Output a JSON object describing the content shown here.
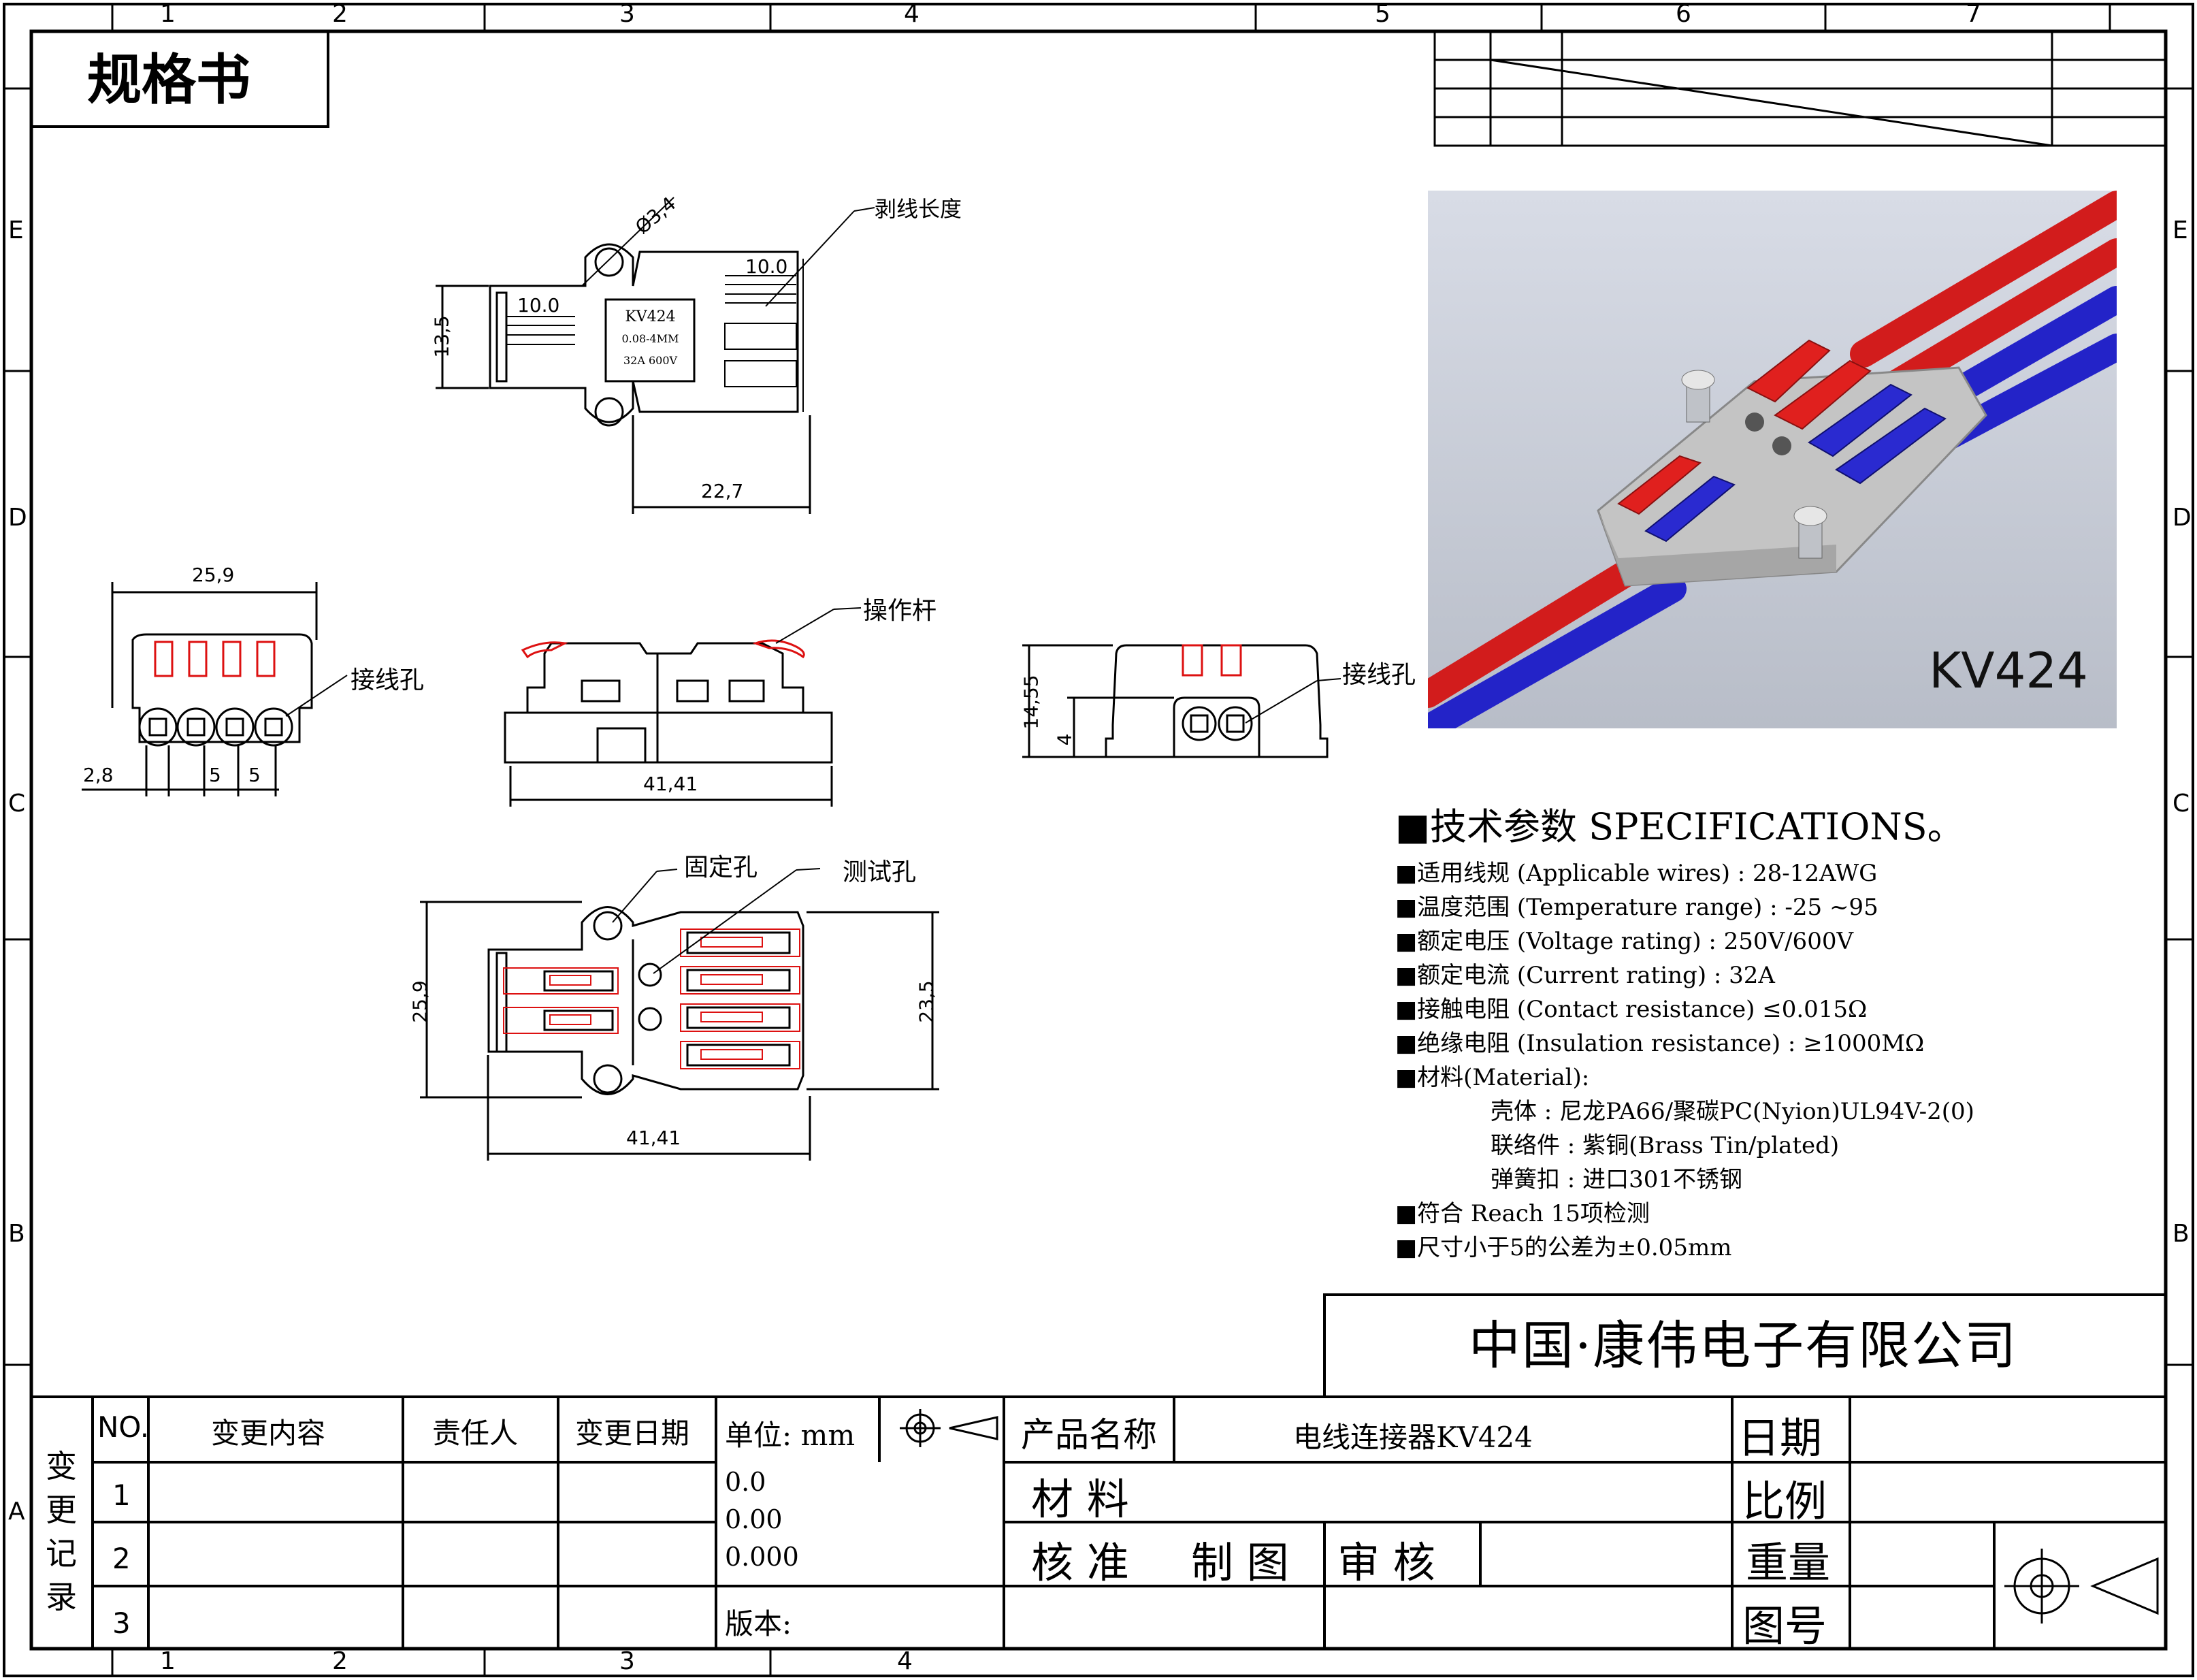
{
  "sheet": {
    "title": "规格书",
    "zones_top": [
      "1",
      "2",
      "3",
      "4",
      "5",
      "6",
      "7"
    ],
    "zones_bottom": [
      "1",
      "2",
      "3",
      "4"
    ],
    "zones_side": [
      "E",
      "D",
      "C",
      "B",
      "A"
    ]
  },
  "drawing": {
    "top_view": {
      "hole_dia": "Ø3,4",
      "strip_length_label": "剥线长度",
      "strip_left": "10.0",
      "strip_right": "10.0",
      "height": "13,5",
      "width": "22,7",
      "marking": [
        "KV424",
        "0.08-4MM",
        "32A 600V"
      ]
    },
    "end_view": {
      "width": "25,9",
      "wire_hole_label": "接线孔",
      "pitch_first": "2,8",
      "pitch_a": "5",
      "pitch_b": "5"
    },
    "side_view": {
      "lever_label": "操作杆",
      "length": "41,41"
    },
    "end_view_right": {
      "height": "14,55",
      "hole_offset": "4",
      "wire_hole_label": "接线孔"
    },
    "bottom_view": {
      "fixing_hole_label": "固定孔",
      "test_hole_label": "测试孔",
      "height_left": "25,9",
      "height_right": "23,5",
      "length": "41,41"
    }
  },
  "photo": {
    "caption": "KV424",
    "colors": {
      "red": "#e0201e",
      "blue": "#2a2ad0",
      "body": "#c9c9c9",
      "bg": "#c8cdd8"
    }
  },
  "specs": {
    "heading": "■技术参数  SPECIFICATIONS。",
    "rows": [
      "■适用线规 (Applicable wires) : 28-12AWG",
      "■温度范围 (Temperature range) : -25 ~95",
      "■额定电压 (Voltage rating) : 250V/600V",
      "■额定电流 (Current rating) : 32A",
      "■接触电阻 (Contact resistance) ≤0.015Ω",
      "■绝缘电阻 (Insulation resistance) : ≥1000MΩ",
      "■材料(Material):"
    ],
    "material": [
      "壳体 : 尼龙PA66/聚碳PC(Nyion)UL94V-2(0)",
      "联络件 : 紫铜(Brass Tin/plated)",
      "弹簧扣 : 进口301不锈钢"
    ],
    "tail": [
      "■符合 Reach 15项检测",
      "■尺寸小于5的公差为±0.05mm"
    ]
  },
  "company": "中国·康伟电子有限公司",
  "title_block": {
    "change_record_label": [
      "变",
      "更",
      "记",
      "录"
    ],
    "headers": {
      "no": "NO.",
      "content": "变更内容",
      "person": "责任人",
      "date": "变更日期"
    },
    "row_numbers": [
      "1",
      "2",
      "3"
    ],
    "unit": "单位: mm",
    "tolerances": [
      "0.0",
      "0.00",
      "0.000"
    ],
    "version_label": "版本:",
    "product_name_label": "产品名称",
    "product_name": "电线连接器KV424",
    "material_label": "材 料",
    "approve_label": "核 准",
    "drawn_label": "制 图",
    "review_label": "审 核",
    "date_label": "日期",
    "scale_label": "比例",
    "weight_label": "重量",
    "drawing_no_label": "图号"
  }
}
